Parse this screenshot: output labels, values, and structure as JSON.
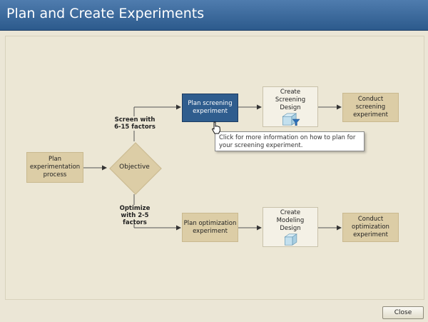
{
  "window": {
    "title": "Plan and Create Experiments"
  },
  "nodes": {
    "plan_process": "Plan experimentation process",
    "objective": "Objective",
    "plan_screening": "Plan screening experiment",
    "create_screening": "Create Screening Design",
    "conduct_screening": "Conduct screening experiment",
    "plan_optimization": "Plan optimization experiment",
    "create_modeling": "Create Modeling Design",
    "conduct_optimization": "Conduct optimization experiment"
  },
  "branches": {
    "screen": "Screen with 6-15 factors",
    "optimize": "Optimize with 2-5 factors"
  },
  "tooltip": "Click for more information on how to plan for your screening experiment.",
  "buttons": {
    "close": "Close"
  },
  "colors": {
    "title_bar": "#2c5a8c",
    "node_fill": "#dccda6",
    "selected_node": "#2f5d8e",
    "background": "#ebe6d6"
  }
}
